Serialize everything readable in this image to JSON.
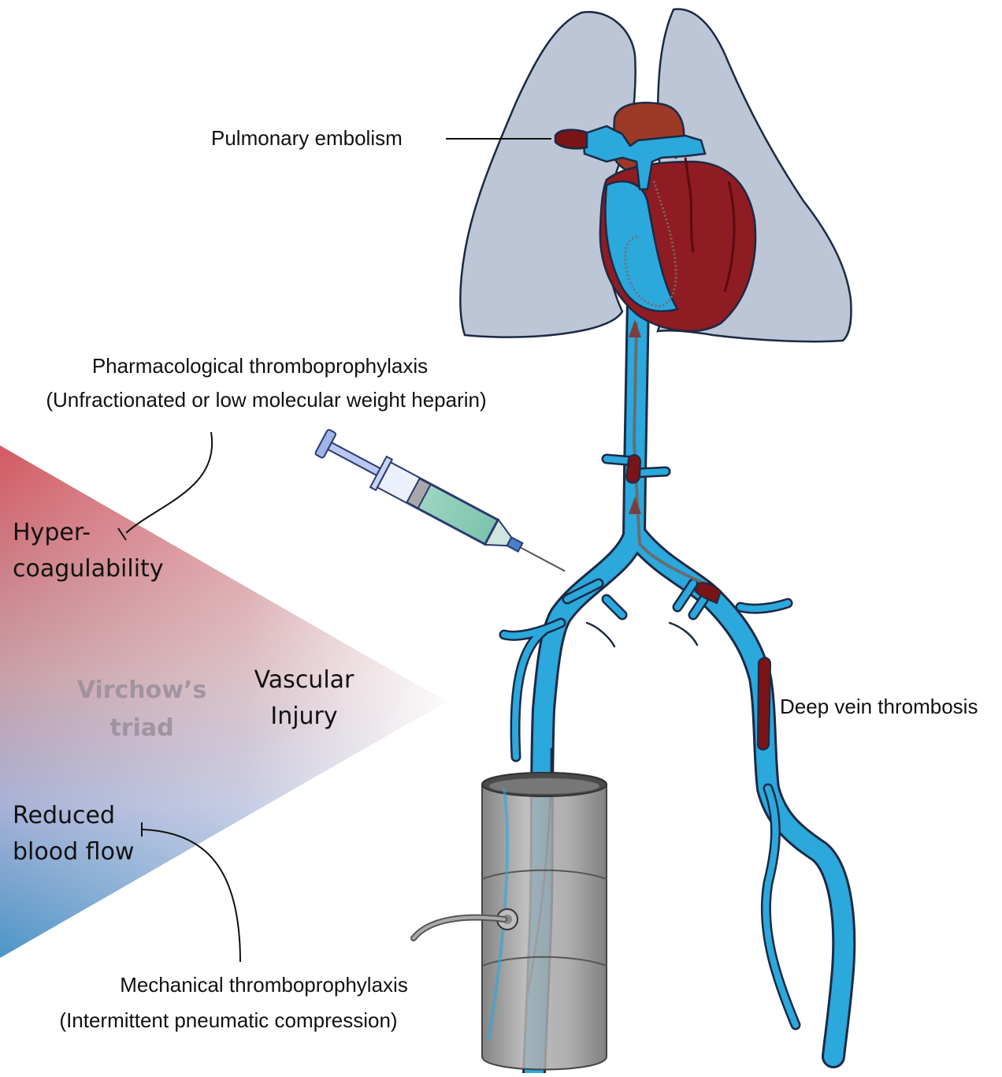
{
  "labels": {
    "pulmonary_embolism": "Pulmonary embolism",
    "deep_vein_thrombosis": "Deep vein thrombosis",
    "pharm_title": "Pharmacological thromboprophylaxis",
    "pharm_sub": "(Unfractionated or low molecular weight heparin)",
    "mech_title": "Mechanical thromboprophylaxis",
    "mech_sub": "(Intermittent pneumatic compression)"
  },
  "triad": {
    "top_line1": "Hyper-",
    "top_line2": "coagulability",
    "right_line1": "Vascular",
    "right_line2": "Injury",
    "bottom_line1": "Reduced",
    "bottom_line2": "blood flow",
    "center_line1": "Virchow’s",
    "center_line2": "triad"
  },
  "colors": {
    "lung": "#bcc6d6",
    "vein": "#2ba8dc",
    "vein_outline": "#1b2a44",
    "clot": "#7a1417",
    "heart": "#8e1c22",
    "aorta": "#9c3a26",
    "triad_red": "#cf5a62",
    "triad_blue": "#4b95c8",
    "compression_cuff": "#9a9a9a"
  }
}
